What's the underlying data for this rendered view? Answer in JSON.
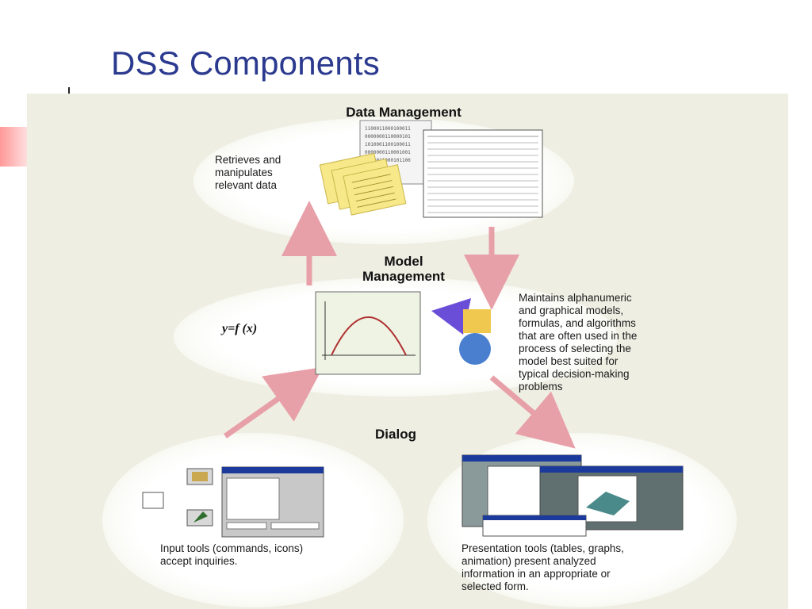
{
  "slide": {
    "title": "DSS Components"
  },
  "diagram": {
    "data_management": {
      "heading": "Data Management",
      "description_lines": [
        "Retrieves and",
        "manipulates",
        "relevant data"
      ]
    },
    "model_management": {
      "heading_lines": [
        "Model",
        "Management"
      ],
      "formula": "y=f (x)",
      "description_lines": [
        "Maintains alphanumeric",
        "and graphical models,",
        "formulas, and algorithms",
        "that are often used in the",
        "process of selecting the",
        "model best suited for",
        "typical decision-making",
        "problems"
      ]
    },
    "dialog": {
      "heading": "Dialog",
      "input_description_lines": [
        "Input tools (commands, icons)",
        "accept inquiries."
      ],
      "output_description_lines": [
        "Presentation tools (tables, graphs,",
        "animation) present analyzed",
        "information in an appropriate or",
        "selected form."
      ]
    },
    "colors": {
      "title": "#2b3a8f",
      "panel": "#eeeee3",
      "arrow": "#e8a0a8",
      "yellow_doc": "#f7e98a",
      "curve": "#b03030",
      "cone": "#6a4ed8",
      "cube": "#f0c850",
      "sphere": "#4a7fd0"
    }
  }
}
